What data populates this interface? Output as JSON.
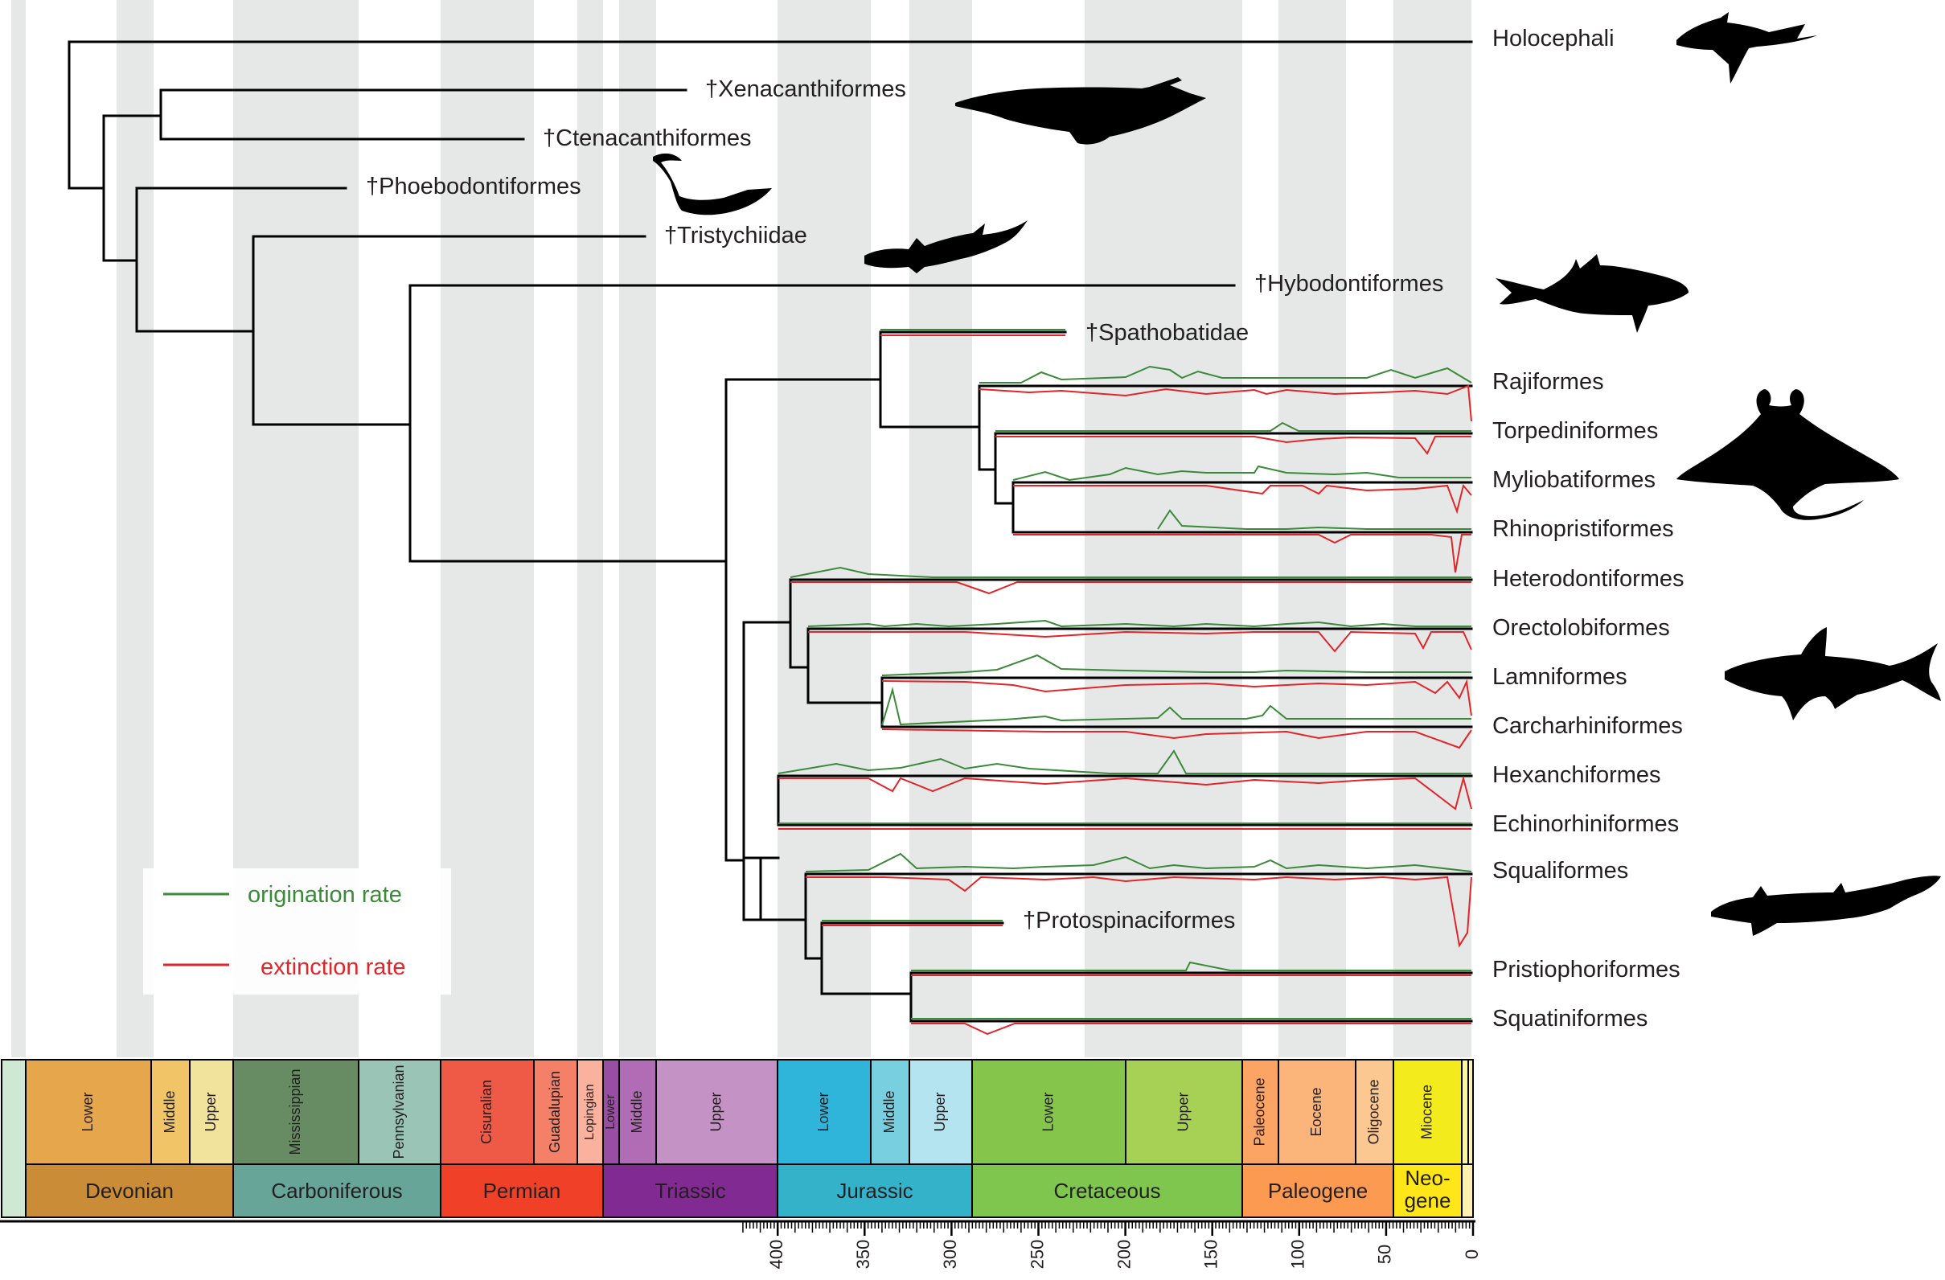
{
  "figure": {
    "taxa": [
      {
        "label": "Holocephali"
      },
      {
        "label": "†Xenacanthiformes"
      },
      {
        "label": "†Ctenacanthiformes"
      },
      {
        "label": "†Phoebodontiformes"
      },
      {
        "label": "†Tristychiidae"
      },
      {
        "label": "†Hybodontiformes"
      },
      {
        "label": "†Spathobatidae"
      },
      {
        "label": "Rajiformes"
      },
      {
        "label": "Torpediniformes"
      },
      {
        "label": "Myliobatiformes"
      },
      {
        "label": "Rhinopristiformes"
      },
      {
        "label": "Heterodontiformes"
      },
      {
        "label": "Orectolobiformes"
      },
      {
        "label": "Lamniformes"
      },
      {
        "label": "Carcharhiniformes"
      },
      {
        "label": "Hexanchiformes"
      },
      {
        "label": "Echinorhiniformes"
      },
      {
        "label": "Squaliformes"
      },
      {
        "label": "†Protospinaciformes"
      },
      {
        "label": "Pristiophoriformes"
      },
      {
        "label": "Squatiniformes"
      }
    ],
    "legend": {
      "origination_label": "origination rate",
      "extinction_label": "extinction rate"
    },
    "colors": {
      "origination": "#3a8a3a",
      "extinction": "#e0262a",
      "tree": "#000000",
      "stage_shade": "#e6e7e7"
    },
    "silhouettes": [
      "chimaera-silhouette",
      "xenacanth-silhouette",
      "ctenacanth-silhouette",
      "tristychius-silhouette",
      "hybodont-silhouette",
      "manta-ray-silhouette",
      "great-white-shark-silhouette",
      "dogfish-shark-silhouette"
    ],
    "timescale": {
      "epochs": [
        {
          "label": "Lower",
          "color": "#e6a64b"
        },
        {
          "label": "Middle",
          "color": "#f1c468"
        },
        {
          "label": "Upper",
          "color": "#f2e39c"
        },
        {
          "label": "Mississippian",
          "color": "#678b62"
        },
        {
          "label": "Pennsylvanian",
          "color": "#99c4b6"
        },
        {
          "label": "Cisuralian",
          "color": "#ef5a47"
        },
        {
          "label": "Guadalupian",
          "color": "#f58068"
        },
        {
          "label": "Lopingian",
          "color": "#fab29e"
        },
        {
          "label": "Lower",
          "color": "#984ea3"
        },
        {
          "label": "Middle",
          "color": "#b06cb5"
        },
        {
          "label": "Upper",
          "color": "#c592c5"
        },
        {
          "label": "Lower",
          "color": "#2fb5da"
        },
        {
          "label": "Middle",
          "color": "#78cfe0"
        },
        {
          "label": "Upper",
          "color": "#b5e4f1"
        },
        {
          "label": "Lower",
          "color": "#86c54c"
        },
        {
          "label": "Upper",
          "color": "#a6d155"
        },
        {
          "label": "Paleocene",
          "color": "#fba464"
        },
        {
          "label": "Eocene",
          "color": "#fbb47a"
        },
        {
          "label": "Oligocene",
          "color": "#fcc891"
        },
        {
          "label": "Miocene",
          "color": "#f4eb1d"
        }
      ],
      "periods": [
        {
          "label": "Devonian",
          "color": "#cb8c37"
        },
        {
          "label": "Carboniferous",
          "color": "#67a599"
        },
        {
          "label": "Permian",
          "color": "#f04028"
        },
        {
          "label": "Triassic",
          "color": "#812b92"
        },
        {
          "label": "Jurassic",
          "color": "#34b2c9"
        },
        {
          "label": "Cretaceous",
          "color": "#7fc64e"
        },
        {
          "label": "Paleogene",
          "color": "#fd9a52"
        },
        {
          "label": "Neo-\ngene",
          "color": "#ffe619"
        }
      ],
      "axis_ticks": [
        "400",
        "350",
        "300",
        "250",
        "200",
        "150",
        "100",
        "50",
        "0"
      ]
    }
  }
}
